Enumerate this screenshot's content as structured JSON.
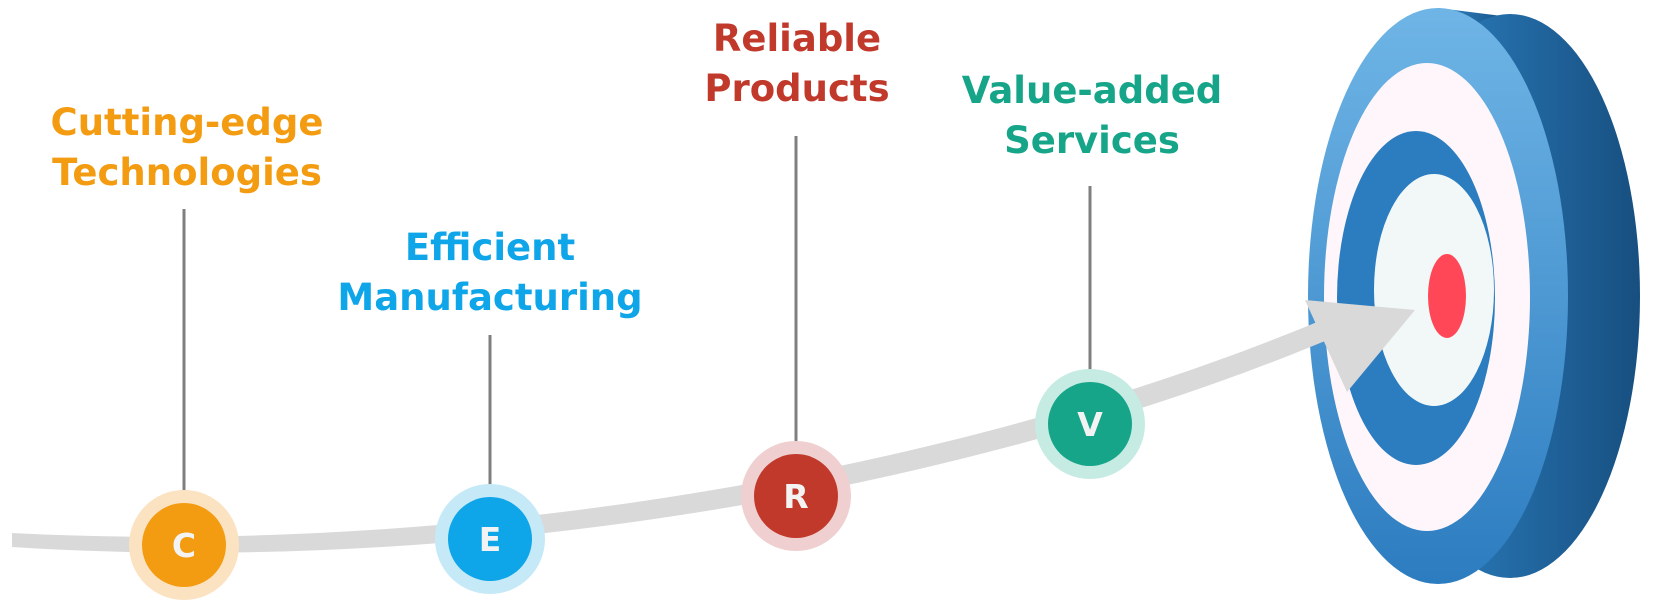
{
  "milestones": [
    {
      "letter": "C",
      "line1": "Cutting-edge",
      "line2": "Technologies",
      "color": "#f39c12",
      "halo": "#fbe3c2"
    },
    {
      "letter": "E",
      "line1": "Efficient",
      "line2": "Manufacturing",
      "color": "#0ea5e9",
      "halo": "#c6e9f8"
    },
    {
      "letter": "R",
      "line1": "Reliable",
      "line2": "Products",
      "color": "#c0392b",
      "halo": "#efcfcf"
    },
    {
      "letter": "V",
      "line1": "Value-added",
      "line2": "Services",
      "color": "#17a589",
      "halo": "#c5ebe3"
    }
  ],
  "colors": {
    "path": "#d9d9d9",
    "connector": "#7f7f7f",
    "ring_dark": "#2b7dc0",
    "ring_light": "#fff6fb",
    "ring_side": "#1c5f99",
    "bullseye": "#ff4757",
    "badge_text": "#f3f3f3"
  },
  "icons": {
    "target": "target-icon",
    "arrow": "arrow-icon"
  }
}
